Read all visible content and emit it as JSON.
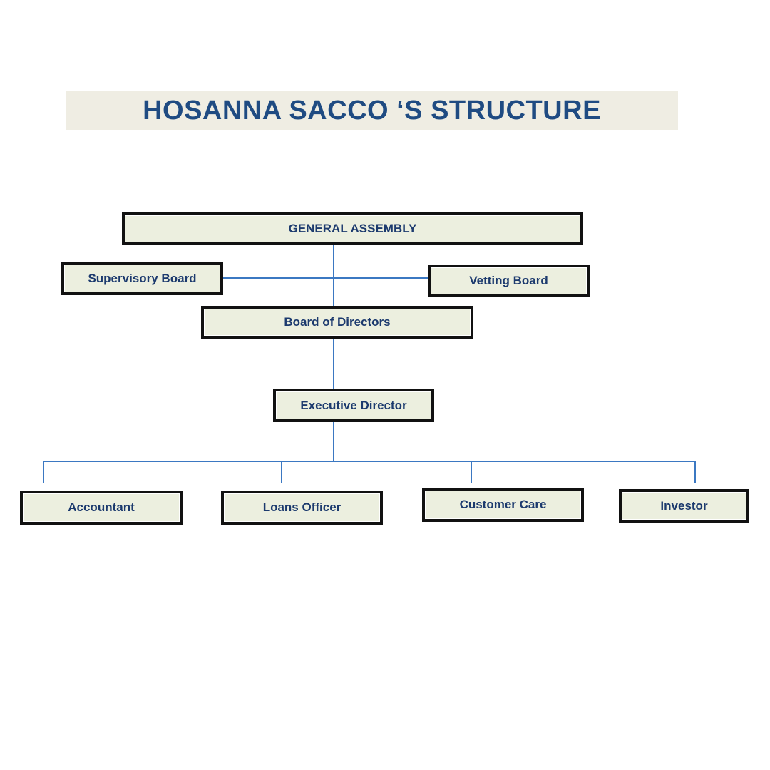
{
  "title": "HOSANNA SACCO ‘S STRUCTURE",
  "nodes": {
    "general_assembly": "GENERAL ASSEMBLY",
    "supervisory_board": "Supervisory Board",
    "vetting_board": "Vetting Board",
    "board_of_directors": "Board of Directors",
    "executive_director": "Executive Director",
    "accountant": "Accountant",
    "loans_officer": "Loans Officer",
    "customer_care": "Customer Care",
    "investor": "Investor"
  },
  "colors": {
    "title": "#1f4b82",
    "text": "#1c3a6e",
    "connector": "#3b78c2",
    "box_fill": "#ecefdf",
    "banner": "#efede3"
  }
}
